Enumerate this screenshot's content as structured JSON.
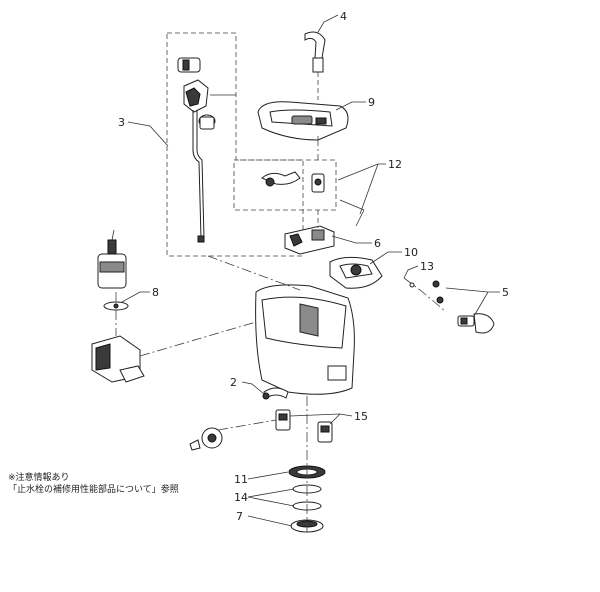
{
  "labels": {
    "p2": "2",
    "p3": "3",
    "p4": "4",
    "p5": "5",
    "p6": "6",
    "p7": "7",
    "p8": "8",
    "p9": "9",
    "p10": "10",
    "p11": "11",
    "p12": "12",
    "p13": "13",
    "p14": "14",
    "p15": "15"
  },
  "note": {
    "line1": "※注意情報あり",
    "line2": "「止水栓の補修用性能部品について」参照"
  }
}
